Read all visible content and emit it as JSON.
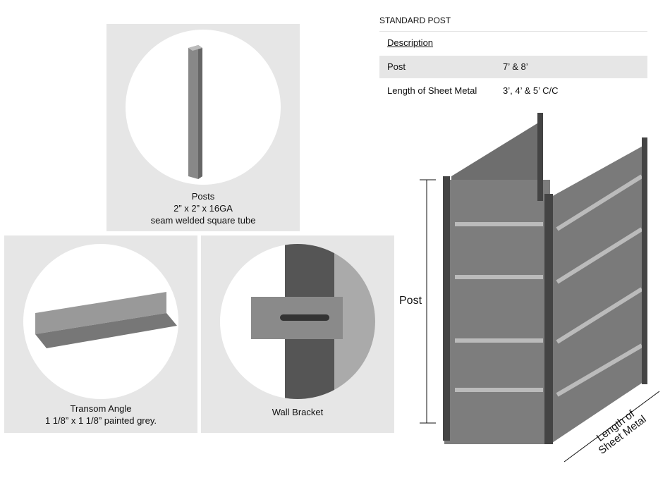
{
  "panels": {
    "posts": {
      "title": "Posts",
      "line1": "2” x 2” x 16GA",
      "line2": "seam welded square tube"
    },
    "transom": {
      "title": "Transom Angle",
      "line1": "1 1/8” x 1 1/8” painted grey."
    },
    "bracket": {
      "title": "Wall Bracket"
    }
  },
  "spec": {
    "title": "STANDARD POST",
    "header": "Description",
    "rows": [
      {
        "label": "Post",
        "value": "7’ & 8’"
      },
      {
        "label": "Length of Sheet Metal",
        "value": "3’, 4’ & 5’ C/C"
      }
    ]
  },
  "diagram": {
    "post_label": "Post",
    "length_label_1": "Length of",
    "length_label_2": "Sheet Metal"
  }
}
